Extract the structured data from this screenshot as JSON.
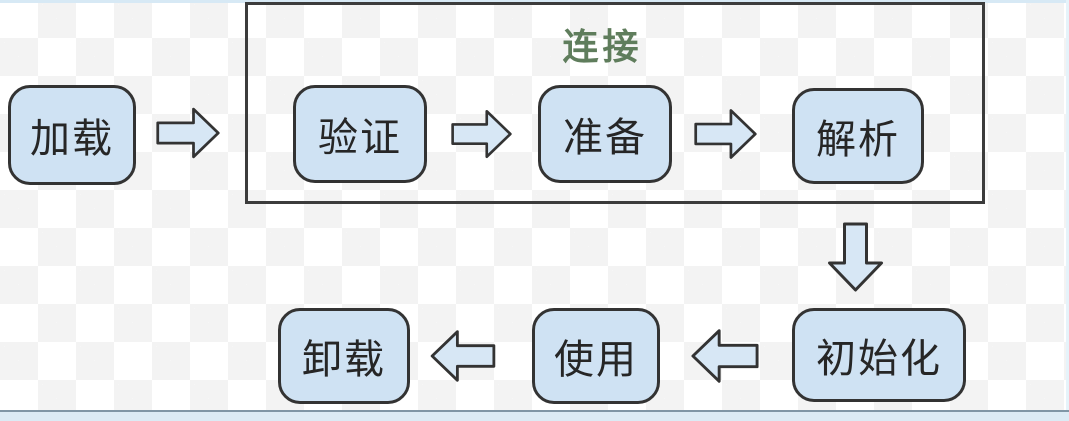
{
  "diagram": {
    "group": {
      "label": "连接"
    },
    "stages": [
      {
        "id": "load",
        "label": "加载"
      },
      {
        "id": "verify",
        "label": "验证"
      },
      {
        "id": "prepare",
        "label": "准备"
      },
      {
        "id": "resolve",
        "label": "解析"
      },
      {
        "id": "initialize",
        "label": "初始化"
      },
      {
        "id": "use",
        "label": "使用"
      },
      {
        "id": "unload",
        "label": "卸载"
      }
    ],
    "arrows": [
      {
        "from": "加载",
        "to": "验证",
        "direction": "right"
      },
      {
        "from": "验证",
        "to": "准备",
        "direction": "right"
      },
      {
        "from": "准备",
        "to": "解析",
        "direction": "right"
      },
      {
        "from": "解析",
        "to": "初始化",
        "direction": "down"
      },
      {
        "from": "初始化",
        "to": "使用",
        "direction": "left"
      },
      {
        "from": "使用",
        "to": "卸载",
        "direction": "left"
      }
    ],
    "colors": {
      "stage_fill": "#cfe2f3",
      "stage_border": "#333333",
      "stage_text": "#262626",
      "arrow_fill": "#d7e7f5",
      "arrow_outline": "#333333",
      "group_border": "#3c3c3c",
      "group_label": "#5f7d5c",
      "checker_light": "#ffffff",
      "checker_dark": "#f3f3f3",
      "edge_strip": "#dcebf5"
    }
  }
}
